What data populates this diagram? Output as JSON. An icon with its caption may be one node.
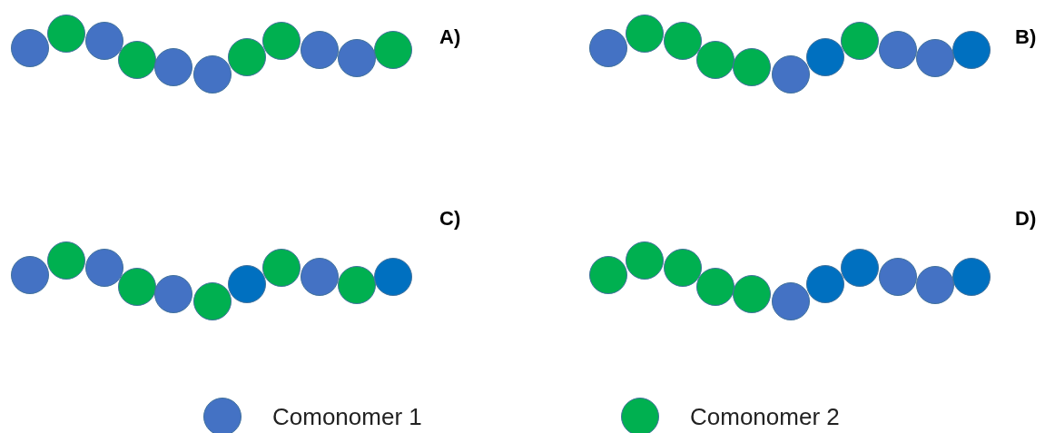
{
  "diagram": {
    "labels": [
      "A)",
      "B)",
      "C)",
      "D)"
    ],
    "legend": [
      {
        "text": "Comonomer 1",
        "color": "#4472c4"
      },
      {
        "text": "Comonomer 2",
        "color": "#00b050"
      }
    ]
  }
}
